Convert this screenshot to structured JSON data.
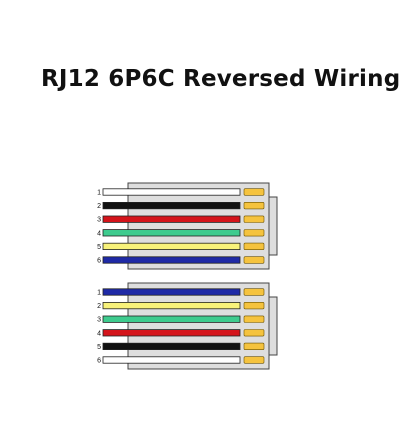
{
  "page": {
    "title": "RJ12 6P6C Reversed Wiring"
  },
  "colors": {
    "white": "#ffffff",
    "black": "#111111",
    "red": "#d4141b",
    "green": "#3ecb8e",
    "yellow": "#f8f27a",
    "blue": "#1f2aa6",
    "contact": "#f5c33e",
    "body": "#dedede"
  },
  "connectors": [
    {
      "id": "top",
      "pins": [
        {
          "number": "1",
          "color": "white"
        },
        {
          "number": "2",
          "color": "black"
        },
        {
          "number": "3",
          "color": "red"
        },
        {
          "number": "4",
          "color": "green"
        },
        {
          "number": "5",
          "color": "yellow"
        },
        {
          "number": "6",
          "color": "blue"
        }
      ]
    },
    {
      "id": "bottom",
      "pins": [
        {
          "number": "1",
          "color": "blue"
        },
        {
          "number": "2",
          "color": "yellow"
        },
        {
          "number": "3",
          "color": "green"
        },
        {
          "number": "4",
          "color": "red"
        },
        {
          "number": "5",
          "color": "black"
        },
        {
          "number": "6",
          "color": "white"
        }
      ]
    }
  ]
}
